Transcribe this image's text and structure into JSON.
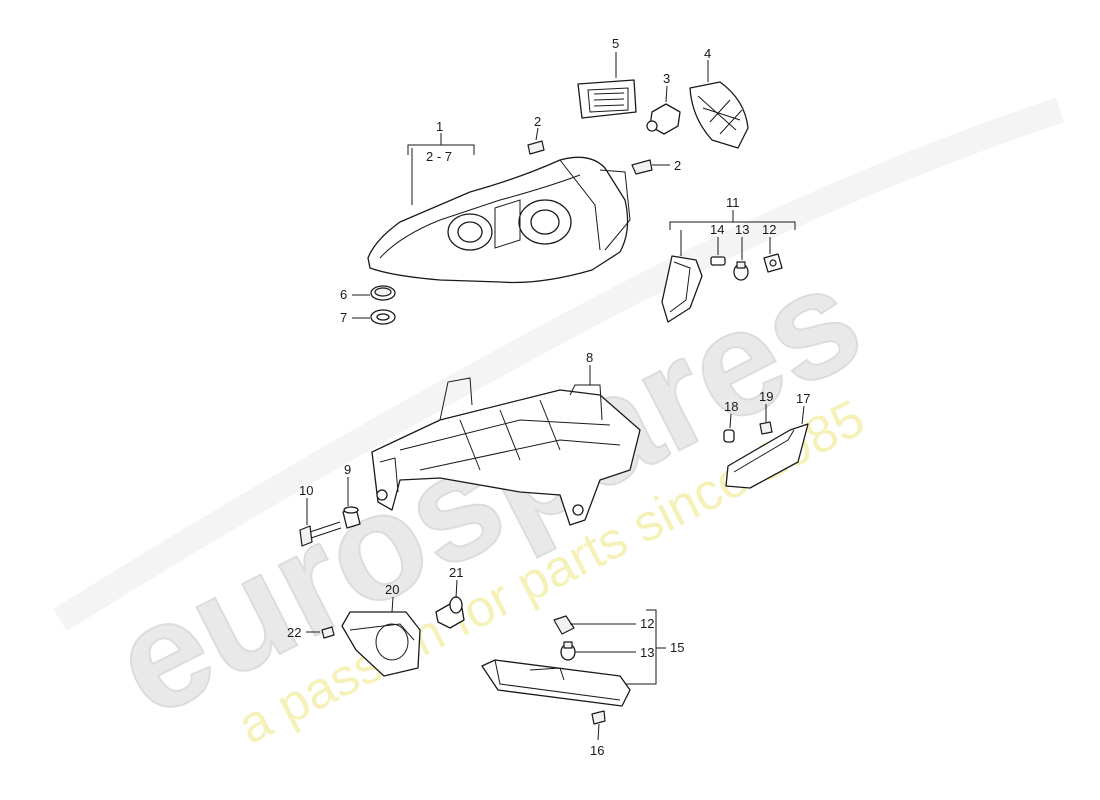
{
  "watermark": {
    "brand": "eurospares",
    "tagline": "a passion for parts since 1985"
  },
  "callouts": {
    "c1": "1",
    "c1_range": "2 - 7",
    "c2a": "2",
    "c2b": "2",
    "c3": "3",
    "c4": "4",
    "c5": "5",
    "c6": "6",
    "c7": "7",
    "c8": "8",
    "c9": "9",
    "c10": "10",
    "c11": "11",
    "c12a": "12",
    "c13a": "13",
    "c14": "14",
    "c17": "17",
    "c18": "18",
    "c19": "19",
    "c20": "20",
    "c21": "21",
    "c22": "22",
    "c12b": "12",
    "c13b": "13",
    "c15": "15",
    "c16": "16"
  }
}
